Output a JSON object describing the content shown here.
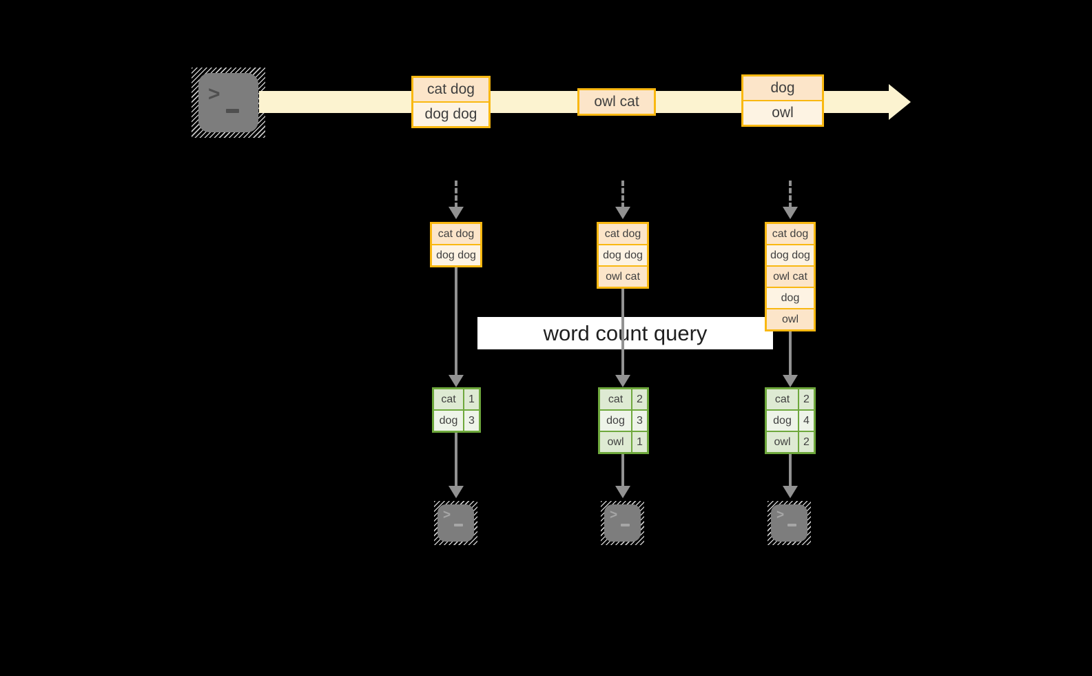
{
  "diagram": {
    "query_label": "word count query",
    "prompt_chevron": ">",
    "icons": {
      "source": "terminal-icon",
      "sinks": [
        "terminal-icon",
        "terminal-icon",
        "terminal-icon"
      ]
    },
    "colors": {
      "background": "#000000",
      "stream_fill": "#fcf3d0",
      "event_border": "#f9b811",
      "event_cell_dark": "#fce5c9",
      "event_cell_light": "#fdf3e3",
      "result_border": "#6ea83c",
      "result_cell_dark": "#deead3",
      "result_cell_light": "#eef4e9",
      "arrow_gray": "#929292",
      "terminal_gray": "#7d7d7d"
    },
    "stream_events": [
      {
        "lines": [
          "cat dog",
          "dog dog"
        ]
      },
      {
        "lines": [
          "owl cat"
        ]
      },
      {
        "lines": [
          "dog",
          "owl"
        ]
      }
    ],
    "snapshots": [
      {
        "accumulated": [
          "cat dog",
          "dog dog"
        ],
        "counts": [
          {
            "word": "cat",
            "count": "1"
          },
          {
            "word": "dog",
            "count": "3"
          }
        ]
      },
      {
        "accumulated": [
          "cat dog",
          "dog dog",
          "owl cat"
        ],
        "counts": [
          {
            "word": "cat",
            "count": "2"
          },
          {
            "word": "dog",
            "count": "3"
          },
          {
            "word": "owl",
            "count": "1"
          }
        ]
      },
      {
        "accumulated": [
          "cat dog",
          "dog dog",
          "owl cat",
          "dog",
          "owl"
        ],
        "counts": [
          {
            "word": "cat",
            "count": "2"
          },
          {
            "word": "dog",
            "count": "4"
          },
          {
            "word": "owl",
            "count": "2"
          }
        ]
      }
    ]
  }
}
